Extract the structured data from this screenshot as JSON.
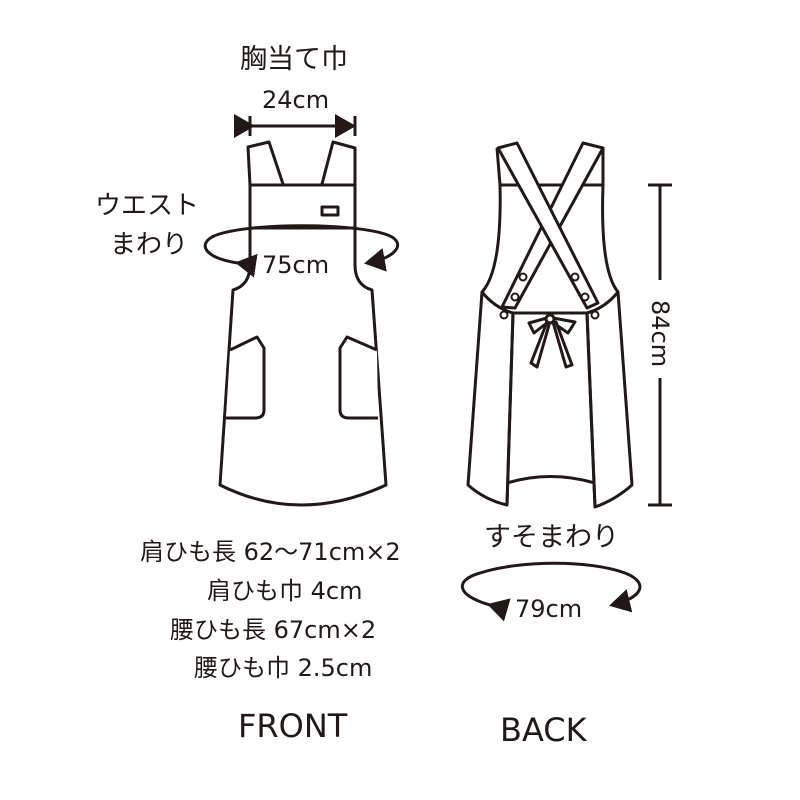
{
  "front": {
    "bib_label": "胸当て巾",
    "bib_width": "24cm",
    "waist_label_1": "ウエスト",
    "waist_label_2": "まわり",
    "waist_value": "75cm",
    "specs": [
      "肩ひも長 62〜71cm×2",
      "肩ひも巾 4cm",
      "腰ひも長 67cm×2",
      "腰ひも巾 2.5cm"
    ],
    "caption": "FRONT"
  },
  "back": {
    "length_value": "84cm",
    "hem_label": "すそまわり",
    "hem_value": "79cm",
    "caption": "BACK"
  },
  "colors": {
    "line": "#231815",
    "background": "#ffffff"
  }
}
